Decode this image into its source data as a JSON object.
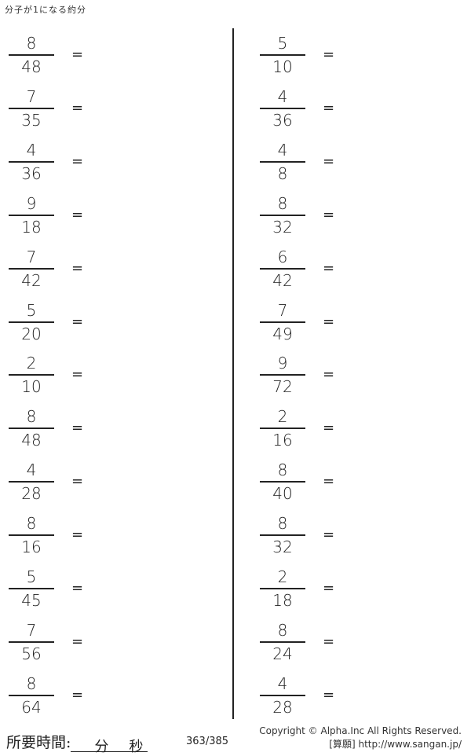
{
  "title": "分子が1になる約分",
  "left": [
    {
      "n": "8",
      "d": "48"
    },
    {
      "n": "7",
      "d": "35"
    },
    {
      "n": "4",
      "d": "36"
    },
    {
      "n": "9",
      "d": "18"
    },
    {
      "n": "7",
      "d": "42"
    },
    {
      "n": "5",
      "d": "20"
    },
    {
      "n": "2",
      "d": "10"
    },
    {
      "n": "8",
      "d": "48"
    },
    {
      "n": "4",
      "d": "28"
    },
    {
      "n": "8",
      "d": "16"
    },
    {
      "n": "5",
      "d": "45"
    },
    {
      "n": "7",
      "d": "56"
    },
    {
      "n": "8",
      "d": "64"
    }
  ],
  "right": [
    {
      "n": "5",
      "d": "10"
    },
    {
      "n": "4",
      "d": "36"
    },
    {
      "n": "4",
      "d": "8"
    },
    {
      "n": "8",
      "d": "32"
    },
    {
      "n": "6",
      "d": "42"
    },
    {
      "n": "7",
      "d": "49"
    },
    {
      "n": "9",
      "d": "72"
    },
    {
      "n": "2",
      "d": "16"
    },
    {
      "n": "8",
      "d": "40"
    },
    {
      "n": "8",
      "d": "32"
    },
    {
      "n": "2",
      "d": "18"
    },
    {
      "n": "8",
      "d": "24"
    },
    {
      "n": "4",
      "d": "28"
    }
  ],
  "equals": "=",
  "footer": {
    "time_label": "所要時間:",
    "minutes": "分",
    "seconds": "秒",
    "page": "363/385",
    "copyright": "Copyright ©  Alpha.Inc All Rights Reserved.",
    "site": "[算願] http://www.sangan.jp/"
  }
}
